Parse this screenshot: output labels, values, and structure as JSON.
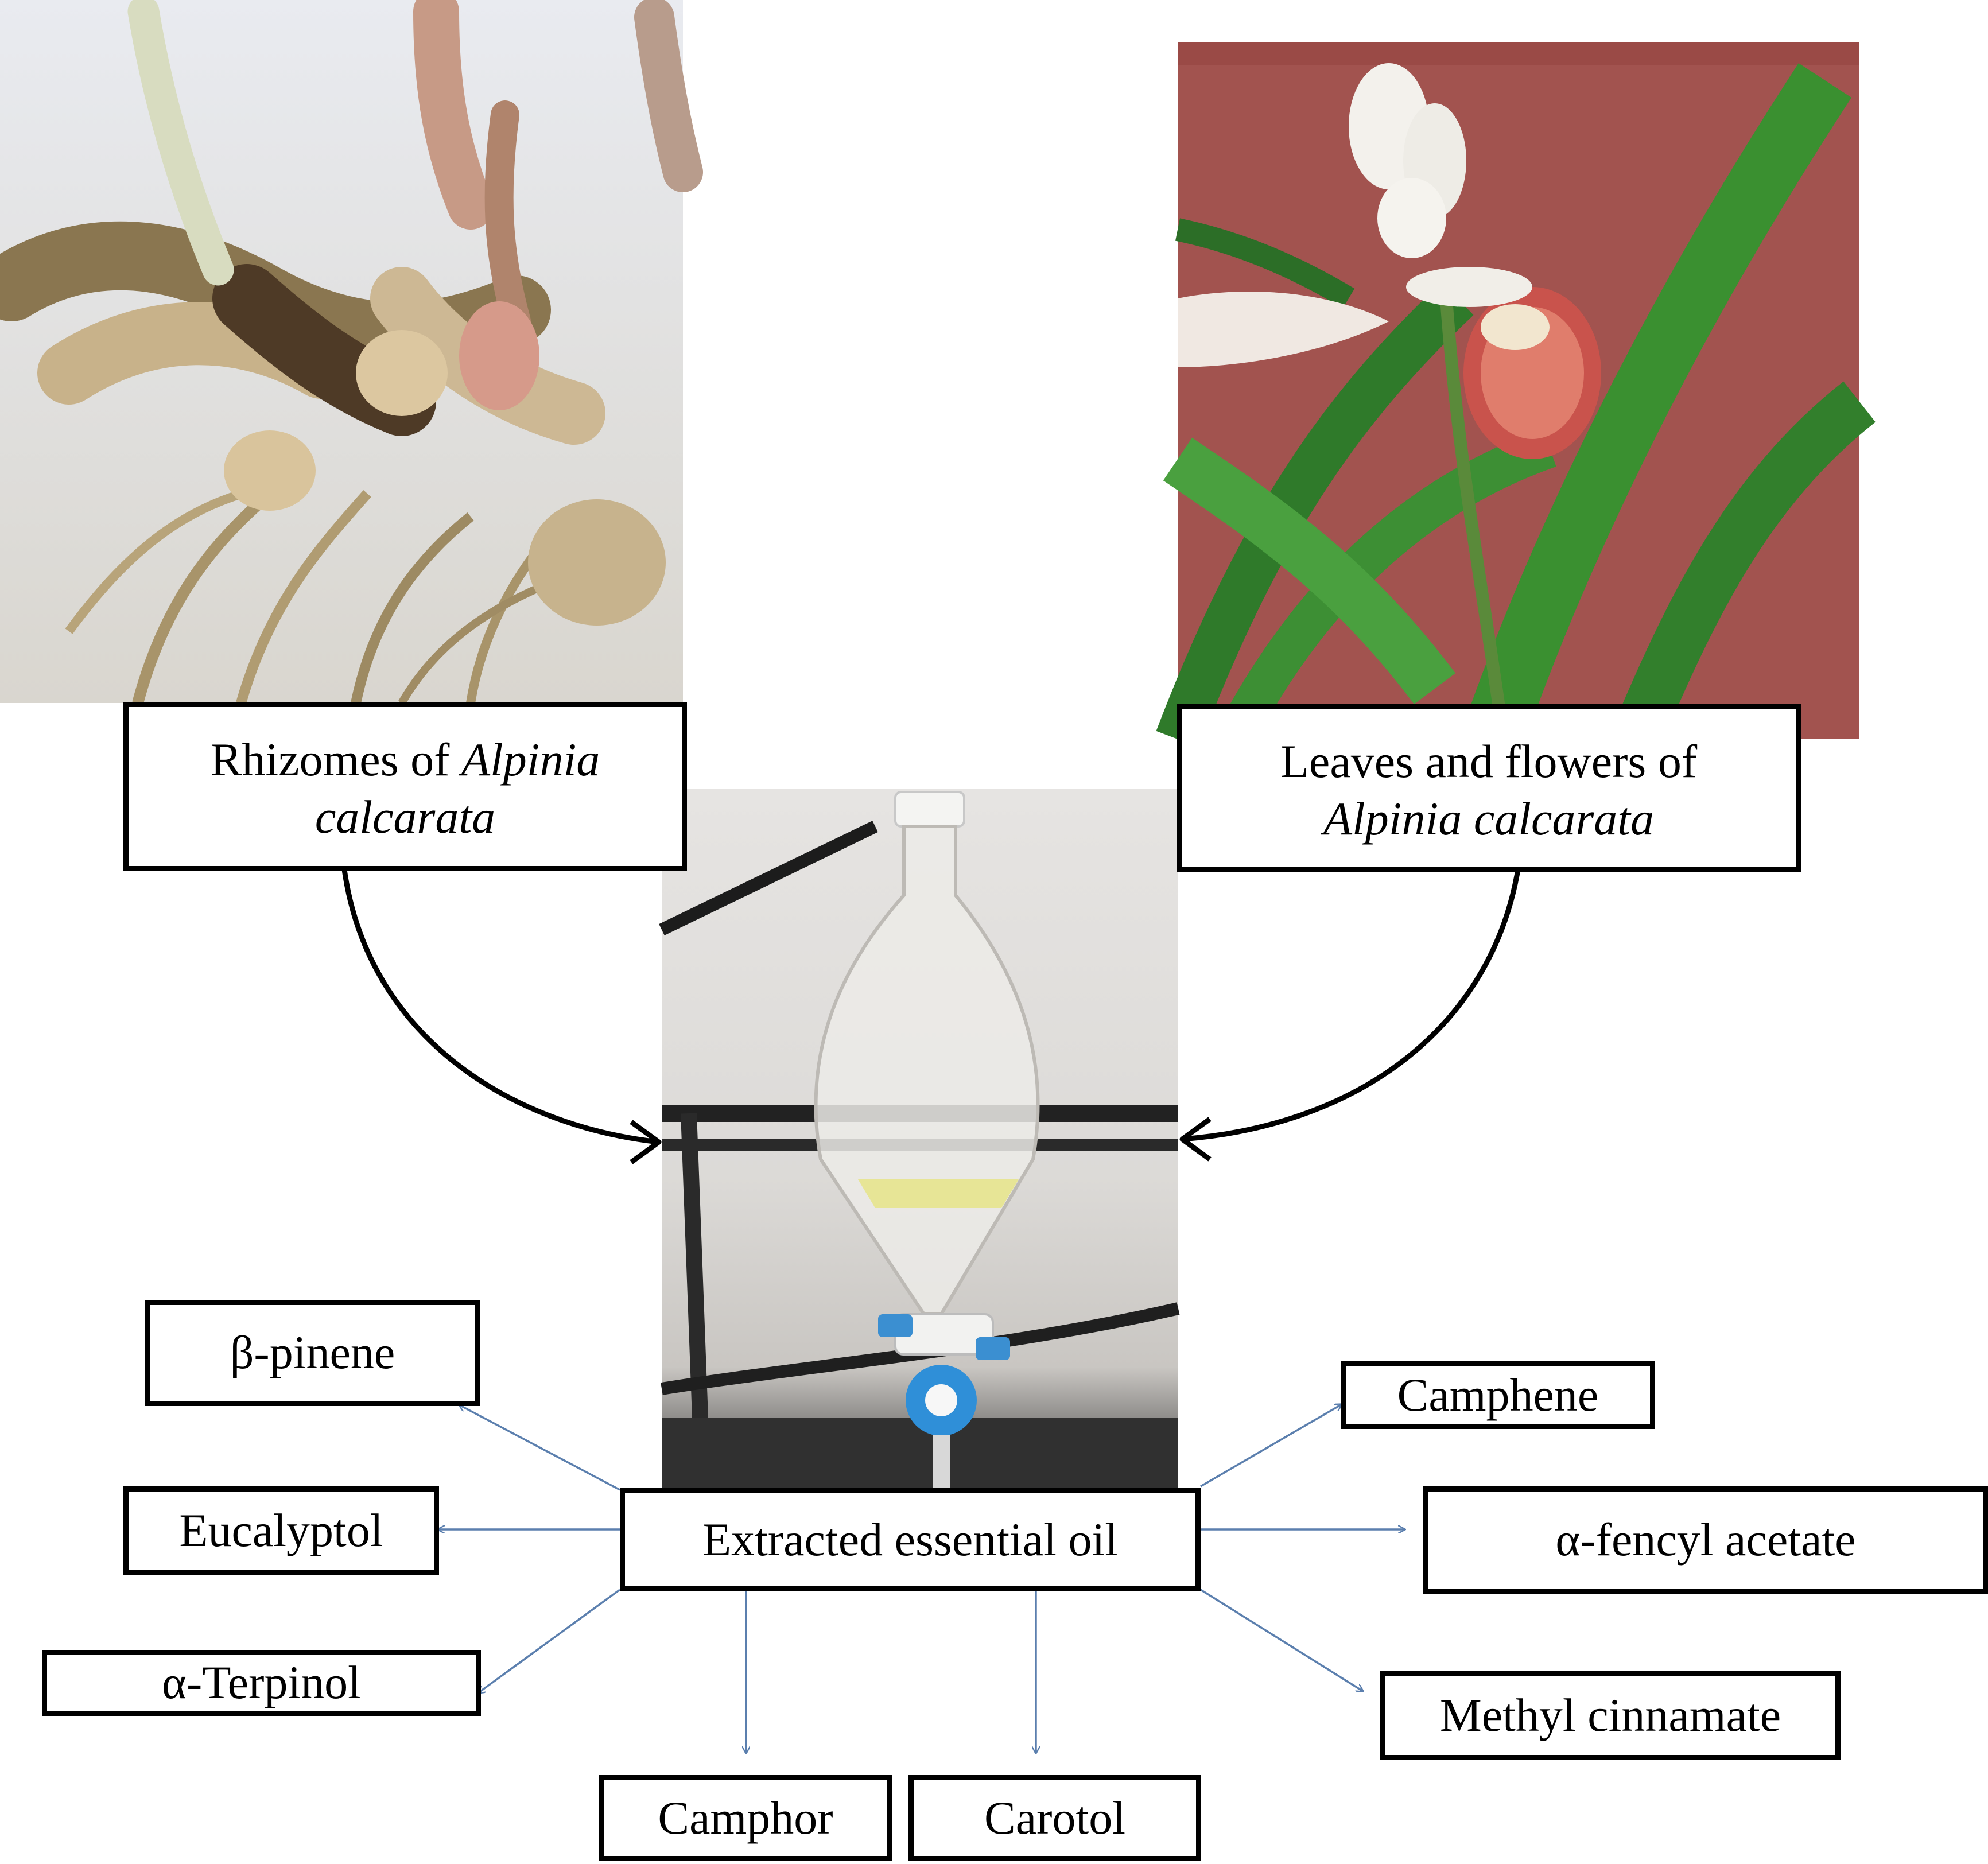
{
  "sources": {
    "rhizomes": {
      "prefix": "Rhizomes of ",
      "genus": "Alpinia",
      "species": "calcarata"
    },
    "leaves": {
      "prefix": "Leaves and flowers of",
      "binomial": "Alpinia calcarata"
    }
  },
  "center": {
    "label": "Extracted essential oil"
  },
  "compounds": {
    "beta_pinene": "β-pinene",
    "eucalyptol": "Eucalyptol",
    "alpha_terpinol": "α-Terpinol",
    "camphor": "Camphor",
    "carotol": "Carotol",
    "camphene": "Camphene",
    "alpha_fencyl_acetate": "α-fencyl acetate",
    "methyl_cinnamate": "Methyl cinnamate"
  },
  "colors": {
    "arrow_blue": "#5b7fae",
    "arrow_black": "#000000",
    "box_border": "#000000"
  }
}
